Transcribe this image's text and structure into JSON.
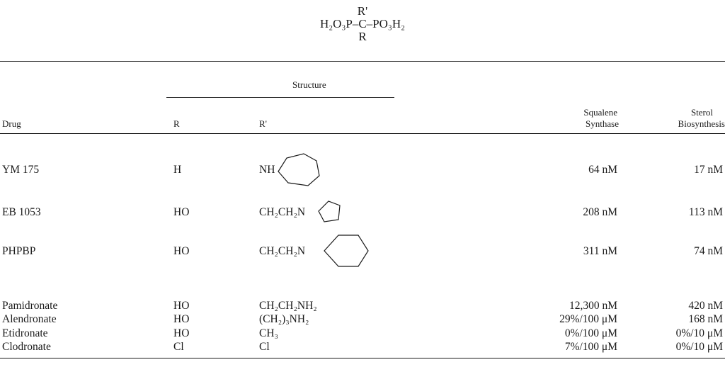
{
  "formula": {
    "r_prime": "R'",
    "main": "H₂O₃P–C–PO₃H₂",
    "r": "R"
  },
  "headers": {
    "structure": "Structure",
    "drug": "Drug",
    "r": "R",
    "r_prime": "R'",
    "squalene": [
      "Squalene",
      "Synthase"
    ],
    "sterol": [
      "Sterol",
      "Biosynthesis"
    ]
  },
  "rows": [
    {
      "drug": "YM 175",
      "r": "H",
      "r_prime": "NH",
      "ring": "cycloheptyl",
      "squalene": "64 nM",
      "sterol": "17 nM"
    },
    {
      "drug": "EB 1053",
      "r": "HO",
      "r_prime": "CH₂CH₂N",
      "ring": "pyrrolidine",
      "squalene": "208 nM",
      "sterol": "113 nM"
    },
    {
      "drug": "PHPBP",
      "r": "HO",
      "r_prime": "CH₂CH₂N",
      "ring": "piperidine",
      "squalene": "311 nM",
      "sterol": "74 nM"
    },
    {
      "drug": "Pamidronate",
      "r": "HO",
      "r_prime": "CH₂CH₂NH₂",
      "squalene": "12,300 nM",
      "sterol": "420 nM"
    },
    {
      "drug": "Alendronate",
      "r": "HO",
      "r_prime": "(CH₂)₃NH₂",
      "squalene": "29%/100 μM",
      "sterol": "168 nM"
    },
    {
      "drug": "Etidronate",
      "r": "HO",
      "r_prime": "CH₃",
      "squalene": "0%/100 μM",
      "sterol": "0%/10 μM"
    },
    {
      "drug": "Clodronate",
      "r": "Cl",
      "r_prime": "Cl",
      "squalene": "7%/100 μM",
      "sterol": "0%/10 μM"
    }
  ]
}
